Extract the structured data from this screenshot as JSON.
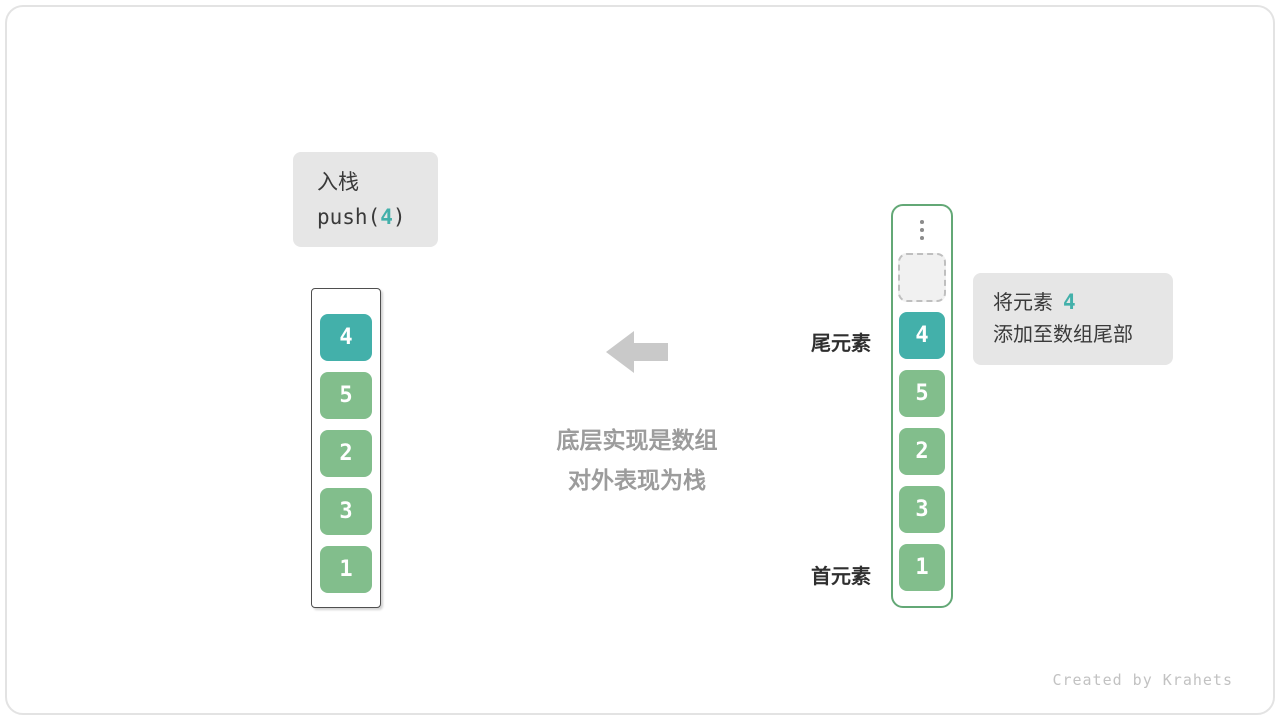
{
  "colors": {
    "green": "#82BE8C",
    "teal": "#43B0AA",
    "box_bg": "#E6E6E6",
    "arrow": "#C9C9C9",
    "caption": "#9C9C9C"
  },
  "push_label": {
    "title": "入栈",
    "code_prefix": "push(",
    "code_arg": "4",
    "code_suffix": ")"
  },
  "left_stack": {
    "cells": [
      "4",
      "5",
      "2",
      "3",
      "1"
    ]
  },
  "right_stack": {
    "cells": [
      "4",
      "5",
      "2",
      "3",
      "1"
    ]
  },
  "labels": {
    "tail": "尾元素",
    "head": "首元素"
  },
  "caption": {
    "line1": "底层实现是数组",
    "line2": "对外表现为栈"
  },
  "note": {
    "line1_prefix": "将元素",
    "line1_value": "4",
    "line2": "添加至数组尾部"
  },
  "watermark": "Created by Krahets"
}
